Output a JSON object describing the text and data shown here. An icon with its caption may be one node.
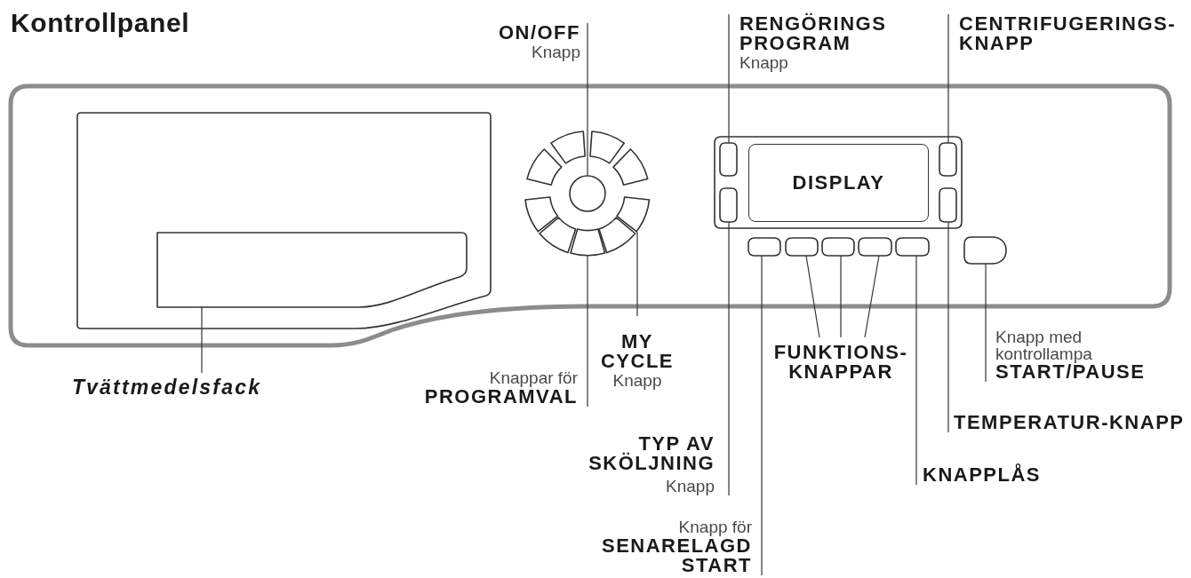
{
  "diagram": {
    "title": "Kontrollpanel",
    "nodes": [
      {
        "text": [
          "ON/OFF",
          "Knapp"
        ]
      },
      {
        "text": [
          "RENGÖRINGS PROGRAM",
          "Knapp"
        ]
      },
      {
        "text": [
          "CENTRIFUGERINGS-KNAPP"
        ]
      },
      {
        "text": [],
        "shape": "box"
      },
      {
        "text": [],
        "shape": "box"
      },
      {
        "text": [],
        "shape": "box"
      },
      {
        "text": [],
        "shape": "box"
      },
      {
        "text": [],
        "shape": "box"
      },
      {
        "text": [],
        "shape": "circle"
      },
      {
        "text": [],
        "shape": "box"
      },
      {
        "text": [],
        "shape": "box"
      },
      {
        "text": [],
        "shape": "box"
      },
      {
        "text": [],
        "shape": "box"
      },
      {
        "text": [],
        "shape": "box"
      },
      {
        "text": [],
        "shape": "box"
      },
      {
        "text": [
          "DISPLAY"
        ]
      },
      {
        "text": [],
        "shape": "box"
      },
      {
        "text": [],
        "shape": "box"
      },
      {
        "text": [],
        "shape": "box"
      },
      {
        "text": [],
        "shape": "box"
      },
      {
        "text": [],
        "shape": "box"
      },
      {
        "text": [],
        "shape": "box"
      },
      {
        "text": [],
        "shape": "box"
      },
      {
        "text": [],
        "shape": "box"
      },
      {
        "text": [],
        "shape": "box"
      },
      {
        "text": [
          "Tvättmedelsfack"
        ]
      },
      {
        "text": [
          "Knappar för",
          "PROGRAMVAL"
        ]
      },
      {
        "text": [
          "MY CYCLE",
          "Knapp"
        ]
      },
      {
        "text": [
          "FUNKTIONS-KNAPPAR"
        ]
      },
      {
        "text": [
          "Knapp med kontrollampa",
          "START/PAUSE"
        ]
      },
      {
        "text": [
          "TEMPERATUR-KNAPP"
        ]
      },
      {
        "text": [
          "TYP AV SKÖLJNING",
          "Knapp"
        ]
      },
      {
        "text": [
          "KNAPPLÅS"
        ]
      },
      {
        "text": [
          "Knapp för",
          "SENARELAGD START"
        ]
      }
    ],
    "edges": [
      {
        "from": 0,
        "to": 8,
        "arrow": "none"
      },
      {
        "from": 1,
        "to": 14,
        "arrow": "none"
      },
      {
        "from": 2,
        "to": 16,
        "arrow": "none"
      },
      {
        "from": 25,
        "to": 3,
        "arrow": "none"
      },
      {
        "from": 26,
        "to": 13,
        "arrow": "none"
      },
      {
        "from": 27,
        "to": 10,
        "arrow": "none"
      },
      {
        "from": 28,
        "to": 20,
        "arrow": "none"
      },
      {
        "from": 28,
        "to": 21,
        "arrow": "none"
      },
      {
        "from": 28,
        "to": 22,
        "arrow": "none"
      },
      {
        "from": 29,
        "to": 24,
        "arrow": "none"
      },
      {
        "from": 30,
        "to": 18,
        "arrow": "none"
      },
      {
        "from": 31,
        "to": 17,
        "arrow": "none"
      },
      {
        "from": 32,
        "to": 23,
        "arrow": "none"
      },
      {
        "from": 33,
        "to": 19,
        "arrow": "none"
      }
    ]
  }
}
